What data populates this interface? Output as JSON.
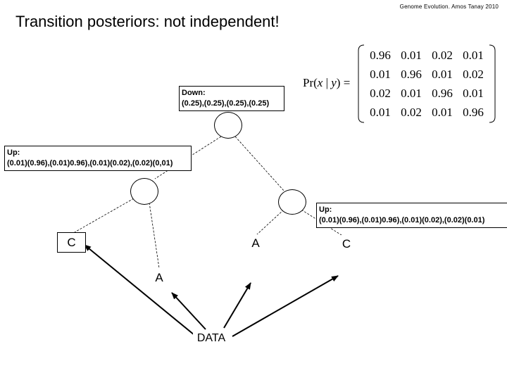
{
  "header": {
    "credit": "Genome Evolution. Amos Tanay 2010",
    "title": "Transition posteriors: not independent!"
  },
  "formula": {
    "prefix": "Pr(",
    "x": "x",
    "bar": " | ",
    "y": "y",
    "suffix": ") ="
  },
  "matrix": [
    [
      "0.96",
      "0.01",
      "0.02",
      "0.01"
    ],
    [
      "0.01",
      "0.96",
      "0.01",
      "0.02"
    ],
    [
      "0.02",
      "0.01",
      "0.96",
      "0.01"
    ],
    [
      "0.01",
      "0.02",
      "0.01",
      "0.96"
    ]
  ],
  "callouts": {
    "down": {
      "heading": "Down:",
      "value": "(0.25),(0.25),(0.25),(0.25)"
    },
    "up_left": {
      "heading": "Up:",
      "value": "(0.01)(0.96),(0.01)0.96),(0.01)(0.02),(0.02)(0,01)"
    },
    "up_right": {
      "heading": "Up:",
      "value": "(0.01)(0.96),(0.01)0.96),(0.01)(0.02),(0.02)(0.01)"
    }
  },
  "leaves": {
    "left_c": "C",
    "left_a": "A",
    "right_a": "A",
    "right_c": "C"
  },
  "data_label": "DATA"
}
